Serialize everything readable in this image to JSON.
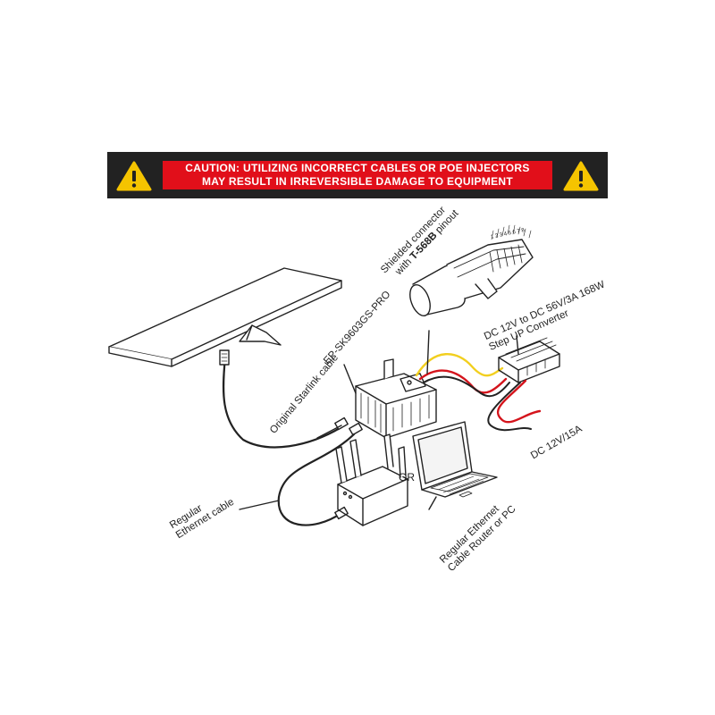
{
  "banner": {
    "line1": "CAUTION: UTILIZING INCORRECT CABLES OR POE INJECTORS",
    "line2": "MAY RESULT IN IRREVERSIBLE DAMAGE TO EQUIPMENT"
  },
  "labels": {
    "shielded_line1": "Shielded connector",
    "shielded_with": "with ",
    "shielded_bold": "T-568B",
    "shielded_rest": " pinout",
    "pin_numbers": "1 2 3 4 5 6 7 8",
    "device_model": "EP-SK9603GS-PRO",
    "converter_line1": "DC 12V to DC 56V/3A 168W",
    "converter_line2": "Step UP Converter",
    "original_cable": "Original Starlink cable",
    "ethernet_line1": "Regular",
    "ethernet_line2": "Ethernet cable",
    "or": "OR",
    "router_line1": "Regular Ethernet",
    "router_line2": "Cable Router or PC",
    "dc_input": "DC 12V/15A"
  },
  "colors": {
    "banner_bg": "#222222",
    "banner_red": "#e10f1a",
    "warning_yellow": "#f5c400",
    "wire_yellow": "#f2cf1f",
    "wire_red": "#d4141c",
    "line": "#222222"
  }
}
